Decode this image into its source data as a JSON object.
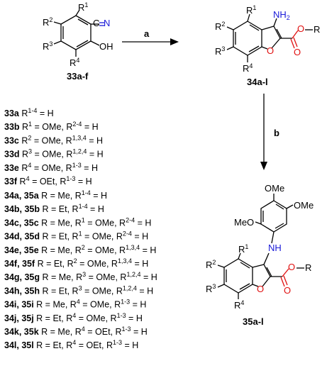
{
  "substituents": {
    "R1": "R",
    "R2": "R",
    "R3": "R",
    "R4": "R",
    "sup1": "1",
    "sup2": "2",
    "sup3": "3",
    "sup4": "4"
  },
  "atoms": {
    "nitrile_N": "N",
    "OH": "OH",
    "NH2": "NH",
    "two": "2",
    "O": "O",
    "R": "R",
    "NH": "NH",
    "OMe": "OMe",
    "MeO": "MeO"
  },
  "compounds": {
    "start": "33a-f",
    "intermediate": "34a-l",
    "product": "35a-l"
  },
  "reagents": {
    "a": "a",
    "b": "b"
  },
  "series33": [
    {
      "id": "33a",
      "text": " R",
      "sup": "1-4",
      "tail": " = H"
    },
    {
      "id": "33b",
      "text": " R",
      "sup": "1",
      "tail": " = OMe, R",
      "sup2": "2-4",
      "tail2": " = H"
    },
    {
      "id": "33c",
      "text": " R",
      "sup": "2",
      "tail": " = OMe, R",
      "sup2": "1,3,4",
      "tail2": " = H"
    },
    {
      "id": "33d",
      "text": " R",
      "sup": "3",
      "tail": " = OMe, R",
      "sup2": "1,2,4",
      "tail2": " = H"
    },
    {
      "id": "33e",
      "text": " R",
      "sup": "4",
      "tail": " = OMe, R",
      "sup2": "1-3",
      "tail2": " = H"
    },
    {
      "id": "33f",
      "text": " R",
      "sup": "4",
      "tail": " = OEt, R",
      "sup2": "1-3",
      "tail2": " = H"
    }
  ],
  "series34": [
    {
      "id": "34a, 35a",
      "text": " R = Me, R",
      "sup": "1-4",
      "tail": " = H"
    },
    {
      "id": "34b, 35b",
      "text": " R = Et, R",
      "sup": "1-4",
      "tail": " = H"
    },
    {
      "id": "34c, 35c",
      "text": " R = Me, R",
      "sup": "1",
      "tail": " = OMe, R",
      "sup2": "2-4",
      "tail2": " = H"
    },
    {
      "id": "34d, 35d",
      "text": " R = Et, R",
      "sup": "1",
      "tail": " = OMe, R",
      "sup2": "2-4",
      "tail2": " = H"
    },
    {
      "id": "34e, 35e",
      "text": " R = Me, R",
      "sup": "2",
      "tail": " = OMe, R",
      "sup2": "1,3,4",
      "tail2": " = H"
    },
    {
      "id": "34f, 35f",
      "text": " R = Et, R",
      "sup": "2",
      "tail": " = OMe, R",
      "sup2": "1,3,4",
      "tail2": " = H"
    },
    {
      "id": "34g, 35g",
      "text": " R = Me, R",
      "sup": "3",
      "tail": " = OMe, R",
      "sup2": "1,2,4",
      "tail2": " = H"
    },
    {
      "id": "34h, 35h",
      "text": " R = Et, R",
      "sup": "3",
      "tail": " = OMe, R",
      "sup2": "1,2,4",
      "tail2": " = H"
    },
    {
      "id": "34i, 35i",
      "text": " R = Me, R",
      "sup": "4",
      "tail": " = OMe, R",
      "sup2": "1-3",
      "tail2": " = H"
    },
    {
      "id": "34j, 35j",
      "text": " R = Et, R",
      "sup": "4",
      "tail": " = OMe, R",
      "sup2": "1-3",
      "tail2": " = H"
    },
    {
      "id": "34k, 35k",
      "text": " R = Me, R",
      "sup": "4",
      "tail": " = OEt, R",
      "sup2": "1-3",
      "tail2": " = H"
    },
    {
      "id": "34l, 35l",
      "text": "  R = Et, R",
      "sup": "4",
      "tail": " = OEt, R",
      "sup2": "1-3",
      "tail2": " = H"
    }
  ]
}
